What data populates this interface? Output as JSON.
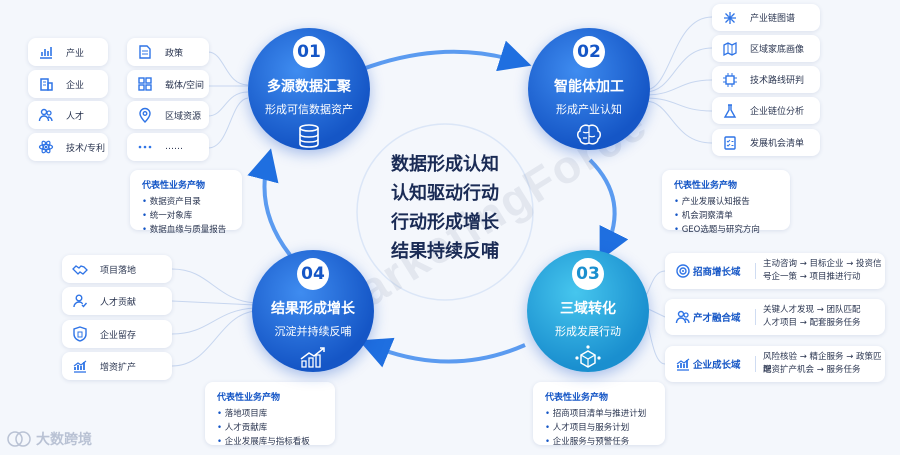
{
  "center": {
    "lines": [
      "数据形成认知",
      "认知驱动行动",
      "行动形成增长",
      "结果持续反哺"
    ]
  },
  "watermark": "MarketingForce",
  "logo": {
    "text": "大数跨境"
  },
  "stages": [
    {
      "num": "01",
      "title": "多源数据汇聚",
      "sub": "形成可信数据资产"
    },
    {
      "num": "02",
      "title": "智能体加工",
      "sub": "形成产业认知"
    },
    {
      "num": "03",
      "title": "三域转化",
      "sub": "形成发展行动"
    },
    {
      "num": "04",
      "title": "结果形成增长",
      "sub": "沉淀并持续反哺"
    }
  ],
  "sources_left": [
    {
      "label": "产业",
      "icon": "bar-chart-icon"
    },
    {
      "label": "企业",
      "icon": "building-icon"
    },
    {
      "label": "人才",
      "icon": "people-icon"
    },
    {
      "label": "技术/专利",
      "icon": "atom-icon"
    }
  ],
  "sources_right": [
    {
      "label": "政策",
      "icon": "document-icon"
    },
    {
      "label": "载体/空间",
      "icon": "grid-icon"
    },
    {
      "label": "区域资源",
      "icon": "location-icon"
    },
    {
      "label": "……",
      "icon": "more-icon"
    }
  ],
  "agents": [
    {
      "label": "产业链图谱",
      "icon": "network-icon"
    },
    {
      "label": "区域家底画像",
      "icon": "map-icon"
    },
    {
      "label": "技术路线研判",
      "icon": "chip-icon"
    },
    {
      "label": "企业链位分析",
      "icon": "flask-icon"
    },
    {
      "label": "发展机会清单",
      "icon": "checklist-icon"
    }
  ],
  "outcomes": [
    {
      "label": "项目落地",
      "icon": "handshake-icon"
    },
    {
      "label": "人才贡献",
      "icon": "person-check-icon"
    },
    {
      "label": "企业留存",
      "icon": "shield-building-icon"
    },
    {
      "label": "增资扩产",
      "icon": "growth-icon"
    }
  ],
  "domains": [
    {
      "label": "招商增长域",
      "lines": [
        "主动咨询 → 目标企业 → 投资信号",
        "一企一策 → 项目推进行动"
      ]
    },
    {
      "label": "产才融合域",
      "lines": [
        "关键人才发现 → 团队匹配",
        "人才项目 → 配套服务任务"
      ]
    },
    {
      "label": "企业成长域",
      "lines": [
        "风险核验 → 精企服务 → 政策匹配",
        "增资扩产机会 → 服务任务"
      ]
    }
  ],
  "reps": [
    {
      "title": "代表性业务产物",
      "items": [
        "数据资产目录",
        "统一对象库",
        "数据血缘与质量报告"
      ]
    },
    {
      "title": "代表性业务产物",
      "items": [
        "产业发展认知报告",
        "机会洞察清单",
        "GEO选题与研究方向"
      ]
    },
    {
      "title": "代表性业务产物",
      "items": [
        "招商项目清单与推进计划",
        "人才项目与服务计划",
        "企业服务与预警任务"
      ]
    },
    {
      "title": "代表性业务产物",
      "items": [
        "落地项目库",
        "人才贡献库",
        "企业发展库与指标看板"
      ]
    }
  ]
}
